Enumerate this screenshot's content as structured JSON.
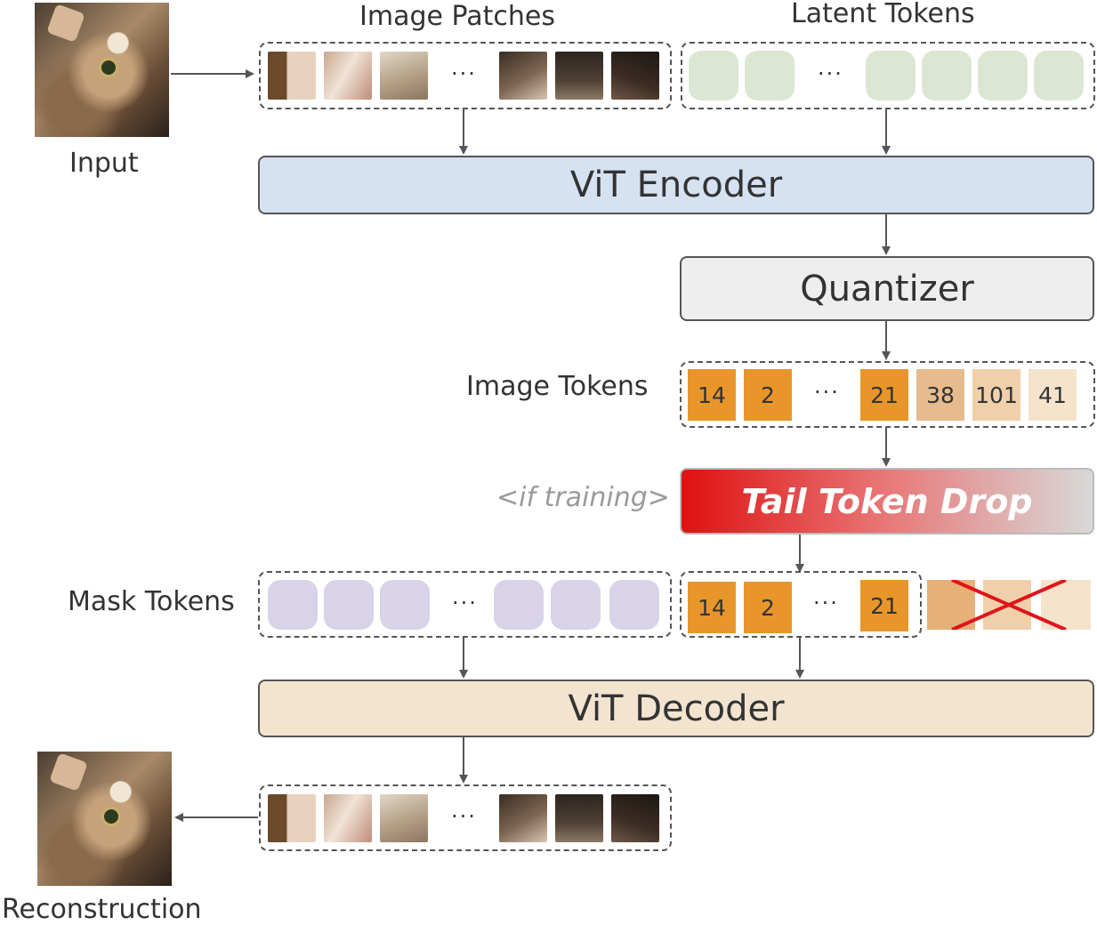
{
  "labels": {
    "input": "Input",
    "image_patches": "Image Patches",
    "latent_tokens": "Latent Tokens",
    "image_tokens": "Image Tokens",
    "if_training": "<if training>",
    "mask_tokens": "Mask Tokens",
    "reconstruction": "Reconstruction"
  },
  "blocks": {
    "vit_encoder": "ViT Encoder",
    "quantizer": "Quantizer",
    "tail_token_drop": "Tail Token Drop",
    "vit_decoder": "ViT Decoder"
  },
  "ellipsis": "···",
  "image_tokens": [
    "14",
    "2",
    "21",
    "38",
    "101",
    "41"
  ],
  "kept_tokens": [
    "14",
    "2",
    "21"
  ],
  "colors": {
    "encoder_fill": "#d6e2f2",
    "quantizer_fill": "#eeeeee",
    "decoder_fill": "#f3e4d0",
    "latent_token": "#dbe7d3",
    "mask_token": "#d8d3e8",
    "token_strong": "#e8962a",
    "token_mid": "#e7bb8d",
    "token_light": "#f5e3cc",
    "drop_gradient_start": "#e01010",
    "drop_gradient_end": "#d9d9d9",
    "cross": "#e0141a"
  }
}
